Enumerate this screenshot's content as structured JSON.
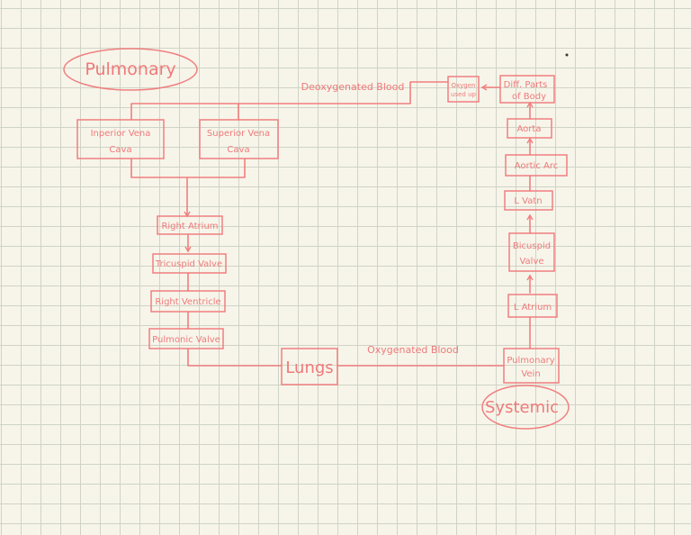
{
  "diagram": {
    "colors": {
      "ink": "#f07f7f",
      "paper": "#f7f5ea",
      "grid": "#cfd3c6"
    },
    "ovals": {
      "pulmonary": "Pulmonary",
      "systemic": "Systemic"
    },
    "flow_labels": {
      "deoxygenated": "Deoxygenated Blood",
      "oxygenated": "Oxygenated Blood"
    },
    "nodes": {
      "inferior_vena_cava": {
        "line1": "Inperior Vena",
        "line2": "Cava"
      },
      "superior_vena_cava": {
        "line1": "Superior Vena",
        "line2": "Cava"
      },
      "right_atrium": "Right Atrium",
      "tricuspid_valve": "Tricuspid Valve",
      "right_ventricle": "Right Ventricle",
      "pulmonic_valve": "Pulmonic Valve",
      "lungs": "Lungs",
      "pulmonary_vein": {
        "line1": "Pulmonary",
        "line2": "Vein"
      },
      "l_atrium": "L Atrium",
      "bicuspid_valve": {
        "line1": "Bicuspid",
        "line2": "Valve"
      },
      "l_vatn": "L Vatn",
      "aortic_arc": "Aortic Arc",
      "aorta": "Aorta",
      "diff_parts": {
        "line1": "Diff. Parts",
        "line2": "of Body"
      },
      "oxygen_used_up": {
        "line1": "Oxygen",
        "line2": "used up"
      }
    }
  }
}
